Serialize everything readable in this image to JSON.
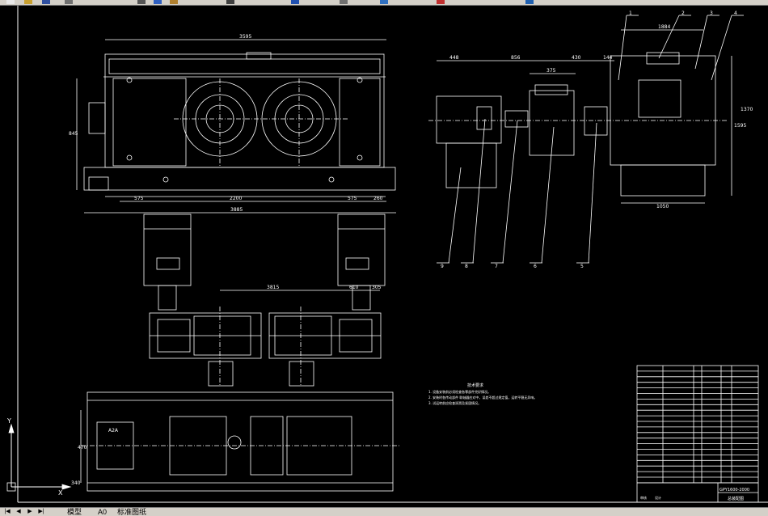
{
  "colors": {
    "background": "#000000",
    "line": "#ffffff",
    "ui": "#d4d0c8"
  },
  "toolbar": {
    "icons": [
      "new-icon",
      "open-icon",
      "save-icon",
      "print-icon",
      "cut-icon",
      "copy-icon",
      "paste-icon",
      "undo-icon",
      "redo-icon",
      "pan-icon",
      "zoom-icon",
      "properties-icon",
      "layer-icon"
    ]
  },
  "front_view": {
    "dim_top": "3595",
    "dim_left": "845",
    "dim_bottom_1": "575",
    "dim_bottom_2": "2200",
    "dim_bottom_3": "575",
    "dim_bottom_4": "260",
    "dim_total": "3885"
  },
  "side_view": {
    "dim_1": "448",
    "dim_2": "856",
    "dim_3": "430",
    "dim_4": "144",
    "dim_5": "375",
    "dim_top": "1884",
    "dim_right": "1595",
    "dim_right_2": "1370",
    "dim_base": "1050"
  },
  "callouts_top": [
    "1",
    "2",
    "3",
    "4"
  ],
  "callouts_bottom": [
    "9",
    "8",
    "7",
    "6",
    "5"
  ],
  "plan_view": {
    "dim_1": "3815",
    "dim_2": "610",
    "dim_3": "305",
    "dim_left": "470",
    "dim_bottom": "340",
    "dim_box": "A2A"
  },
  "notes": {
    "title": "技术要求",
    "lines": [
      "1. 设备安装前必须检查各零部件完好情况。",
      "2. 安装时各传动部件 联轴器应对中，误差不超过规定值，运转平稳无异响。",
      "3. 试运转前应检查润滑及紧固情况。"
    ]
  },
  "title_block": {
    "drawing_no": "GPY1600-2000",
    "name": "总装配图",
    "label_a": "审核",
    "label_b": "设计"
  },
  "ucs": {
    "x_label": "X",
    "y_label": "Y"
  },
  "tabs": {
    "model": "模型",
    "layout1": "A0",
    "layout2": "标准图纸"
  }
}
